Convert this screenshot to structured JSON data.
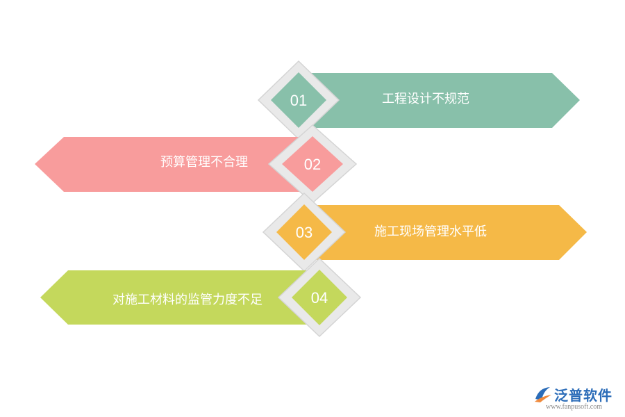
{
  "items": [
    {
      "number": "01",
      "label": "工程设计不规范",
      "color": "#88c0aa",
      "direction": "right"
    },
    {
      "number": "02",
      "label": "预算管理不合理",
      "color": "#f89c9c",
      "direction": "left"
    },
    {
      "number": "03",
      "label": "施工现场管理水平低",
      "color": "#f5b947",
      "direction": "right"
    },
    {
      "number": "04",
      "label": "对施工材料的监管力度不足",
      "color": "#c4d85c",
      "direction": "left"
    }
  ],
  "logo": {
    "name": "泛普软件",
    "url": "www.fanpusoft.com",
    "brand_color": "#2b6cb8",
    "accent_color": "#f08a3c"
  }
}
